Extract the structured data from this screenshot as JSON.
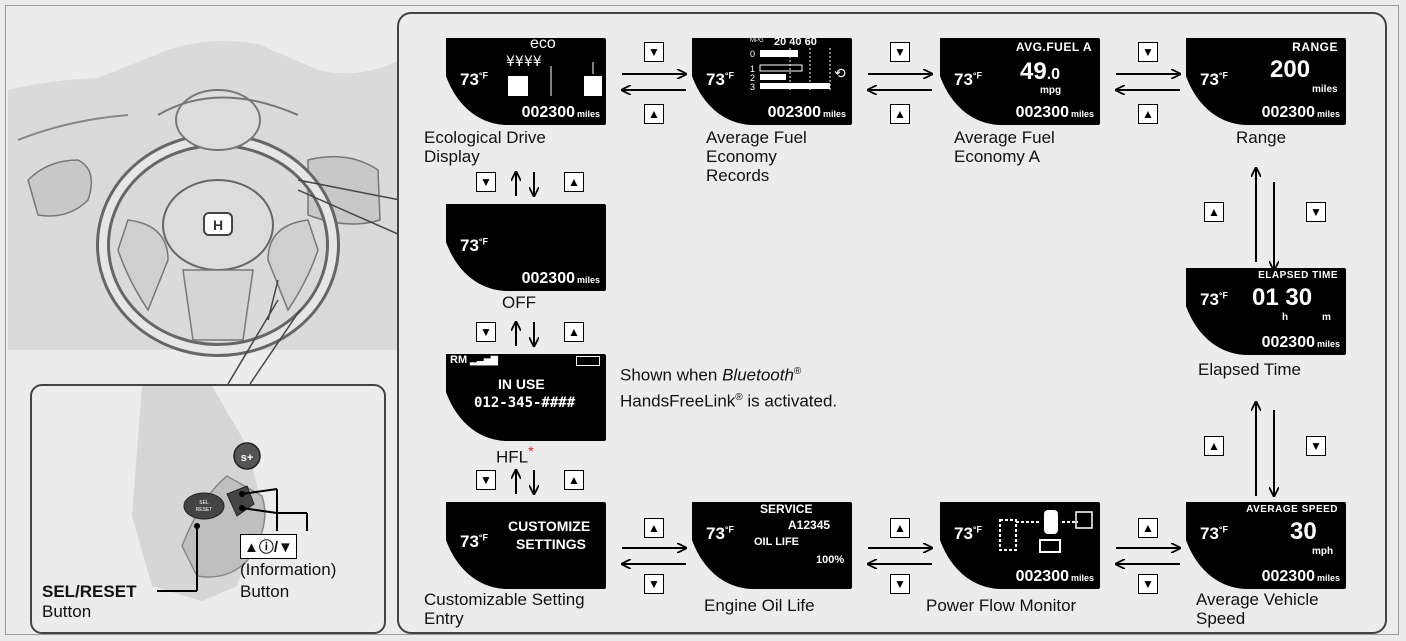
{
  "screens": {
    "eco": {
      "temp": "73",
      "temp_unit": "°F",
      "head": "eco",
      "odo": "002300",
      "odo_unit": "miles",
      "caption": [
        "Ecological Drive",
        "Display"
      ]
    },
    "afer": {
      "temp": "73",
      "temp_unit": "°F",
      "scale": "20 40 60",
      "scale_unit": "MPG",
      "rows": [
        "0",
        "1",
        "2",
        "3"
      ],
      "odo": "002300",
      "odo_unit": "miles",
      "caption": [
        "Average Fuel",
        "Economy",
        "Records"
      ]
    },
    "afea": {
      "temp": "73",
      "temp_unit": "°F",
      "head": "AVG.FUEL A",
      "value": "49",
      "value_dec": ".0",
      "unit": "mpg",
      "odo": "002300",
      "odo_unit": "miles",
      "caption": [
        "Average Fuel",
        "Economy A"
      ]
    },
    "range": {
      "temp": "73",
      "temp_unit": "°F",
      "head": "RANGE",
      "value": "200",
      "unit": "miles",
      "odo": "002300",
      "odo_unit": "miles",
      "caption": [
        "Range"
      ]
    },
    "off": {
      "temp": "73",
      "temp_unit": "°F",
      "odo": "002300",
      "odo_unit": "miles",
      "caption": [
        "OFF"
      ]
    },
    "hfl": {
      "label_rm": "RM",
      "line1": "IN USE",
      "line2": "012-345-####",
      "caption": "HFL",
      "caption_mark": "*"
    },
    "cse": {
      "temp": "73",
      "temp_unit": "°F",
      "line1": "CUSTOMIZE",
      "line2": "SETTINGS",
      "caption": [
        "Customizable Setting",
        "Entry"
      ]
    },
    "eol": {
      "temp": "73",
      "temp_unit": "°F",
      "head": "SERVICE",
      "code": "A12345",
      "label": "OIL LIFE",
      "pct": "100%",
      "caption": [
        "Engine Oil Life"
      ]
    },
    "pfm": {
      "temp": "73",
      "temp_unit": "°F",
      "odo": "002300",
      "odo_unit": "miles",
      "caption": [
        "Power Flow Monitor"
      ]
    },
    "avs": {
      "temp": "73",
      "temp_unit": "°F",
      "head": "AVERAGE SPEED",
      "value": "30",
      "unit": "mph",
      "odo": "002300",
      "odo_unit": "miles",
      "caption": [
        "Average Vehicle",
        "Speed"
      ]
    },
    "et": {
      "temp": "73",
      "temp_unit": "°F",
      "head": "ELAPSED TIME",
      "h": "01",
      "m": "30",
      "h_unit": "h",
      "m_unit": "m",
      "odo": "002300",
      "odo_unit": "miles",
      "caption": [
        "Elapsed Time"
      ]
    }
  },
  "note": {
    "line1_pre": "Shown when ",
    "line1_italic": "Bluetooth",
    "line1_sup": "®",
    "line2": "HandsFreeLink",
    "line2_sup": "®",
    "line2_post": " is activated."
  },
  "inset": {
    "sel_label": "SEL/RESET",
    "sel_sub": "Button",
    "info_line1": "(Information)",
    "info_line2": "Button",
    "info_symbol": "▲ⓘ/▼",
    "btn_sel": "SEL RESET",
    "btn_s": "s+"
  },
  "buttons": {
    "up": "▲",
    "down": "▼"
  },
  "colors": {
    "screen": "#000000",
    "asterisk": "#dd2222",
    "panel_border": "#444444"
  }
}
